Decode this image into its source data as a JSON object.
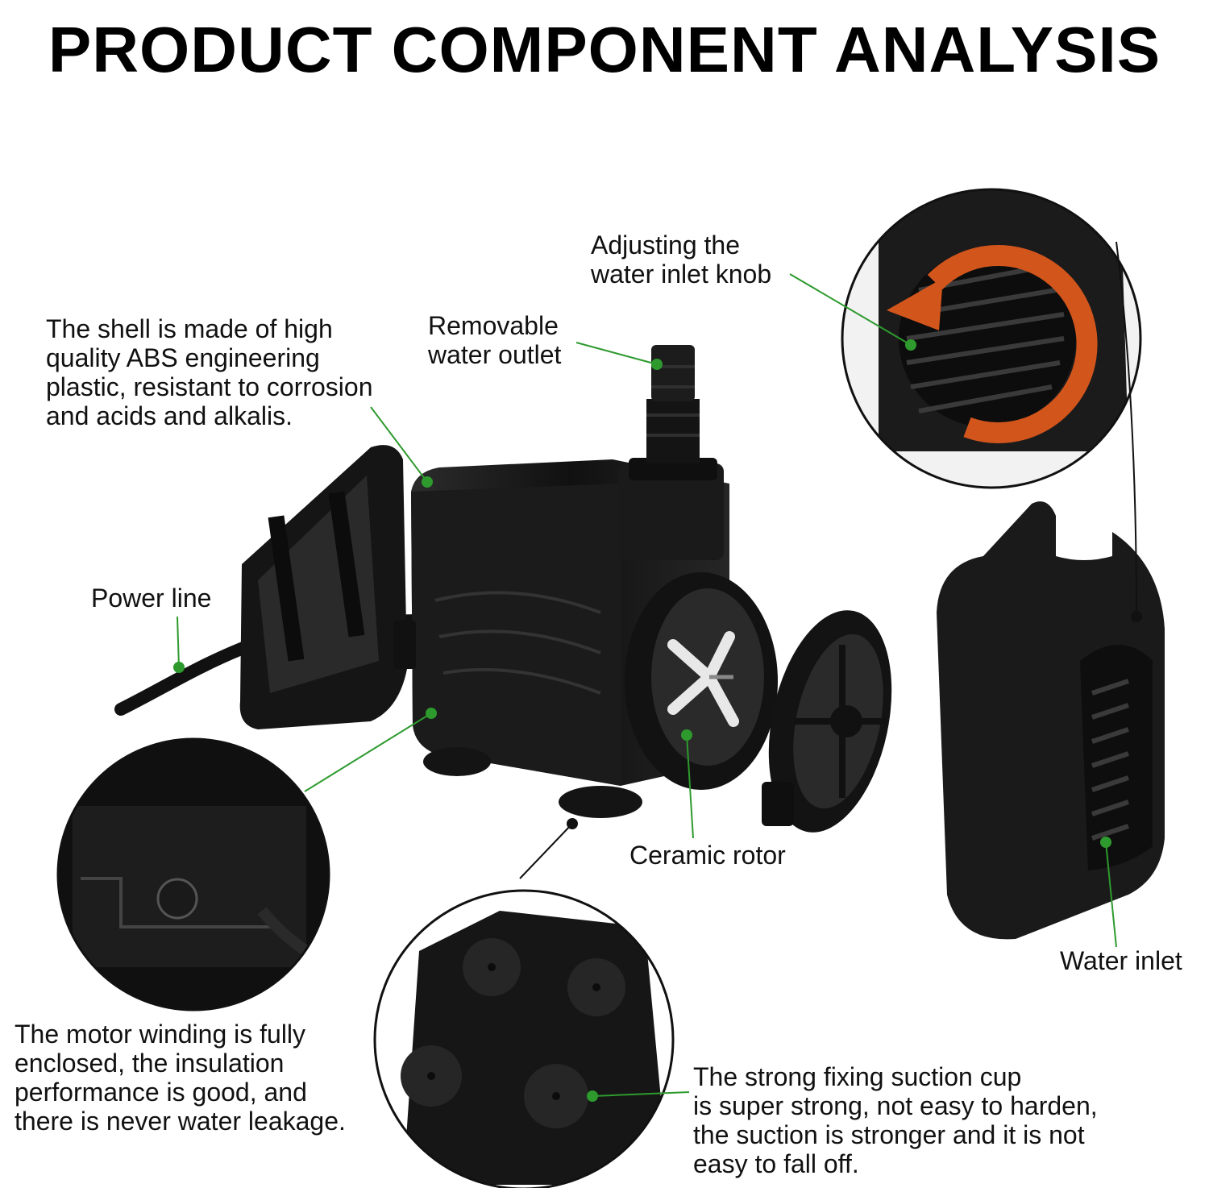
{
  "title": "PRODUCT COMPONENT ANALYSIS",
  "labels": {
    "knob": "Adjusting the\nwater inlet knob",
    "outlet": "Removable\nwater outlet",
    "shell": "The shell is made of high\nquality ABS engineering\nplastic, resistant to corrosion\nand acids and alkalis.",
    "power": "Power line",
    "rotor": "Ceramic rotor",
    "inlet": "Water inlet",
    "motor": "The motor winding is fully\nenclosed, the insulation\nperformance is good, and\nthere is never water leakage.",
    "suction": "The strong fixing suction cup\nis super strong, not easy to harden,\nthe suction is stronger and it is not\neasy to fall off."
  },
  "colors": {
    "leader": "#2e9a2e",
    "arrow": "#d2551c",
    "product": "#1a1a1a"
  }
}
